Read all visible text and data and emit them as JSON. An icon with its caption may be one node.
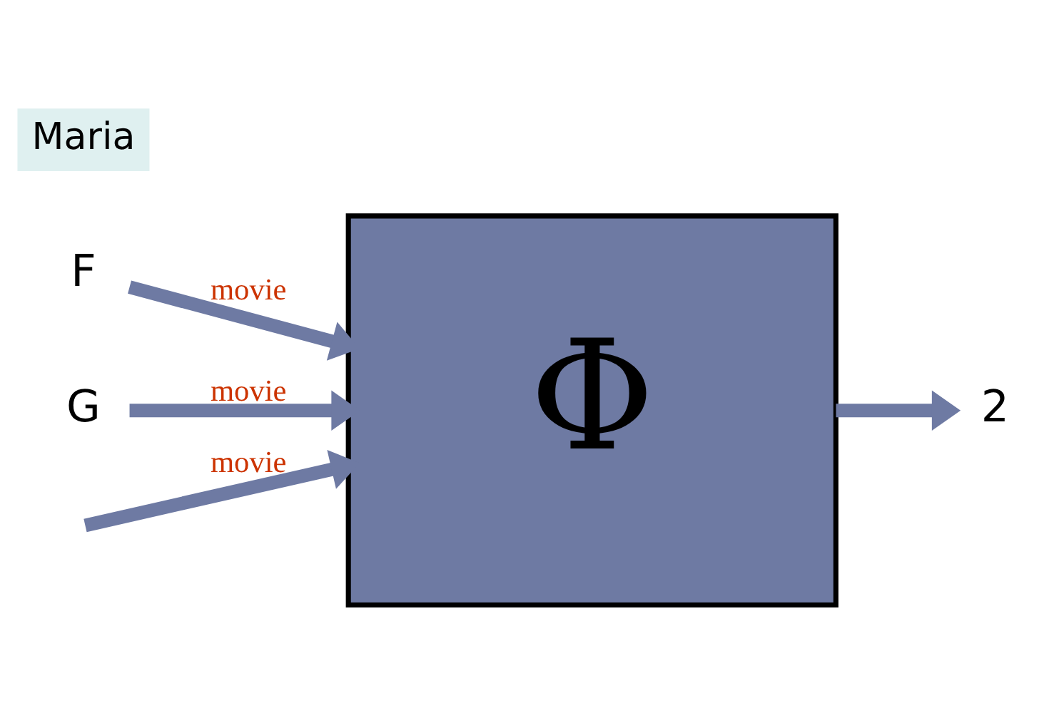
{
  "diagram": {
    "nodes": [
      {
        "text": [
          "Φ"
        ]
      },
      {
        "text": [
          "Maria"
        ]
      },
      {
        "text": [
          "F"
        ]
      },
      {
        "text": [
          "G"
        ]
      },
      {
        "text": [
          "2"
        ]
      }
    ],
    "edges": [
      {
        "from": 2,
        "to": 0,
        "arrow": "to",
        "label": "movie"
      },
      {
        "from": 3,
        "to": 0,
        "arrow": "to",
        "label": "movie"
      },
      {
        "from": null,
        "to": 0,
        "arrow": "to",
        "label": "movie"
      },
      {
        "from": 0,
        "to": 4,
        "arrow": "to"
      }
    ]
  }
}
